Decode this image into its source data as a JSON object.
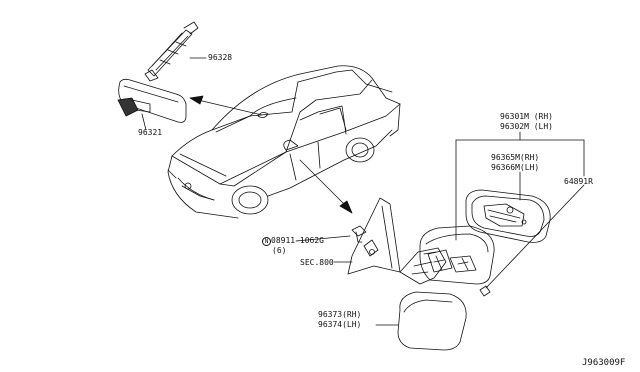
{
  "diagram_id": "J963009F",
  "parts": {
    "p96328": "96328",
    "p96321": "96321",
    "p96301M": "96301M (RH)",
    "p96302M": "96302M (LH)",
    "p96365M": "96365M(RH)",
    "p96366M": "96366M(LH)",
    "p64891R": "64891R",
    "bolt": "08911-1062G",
    "bolt_qty": "(6)",
    "sec": "SEC.800",
    "p96373": "96373(RH)",
    "p96374": "96374(LH)"
  },
  "icons": {
    "bolt_marker": "N-circle-icon"
  }
}
